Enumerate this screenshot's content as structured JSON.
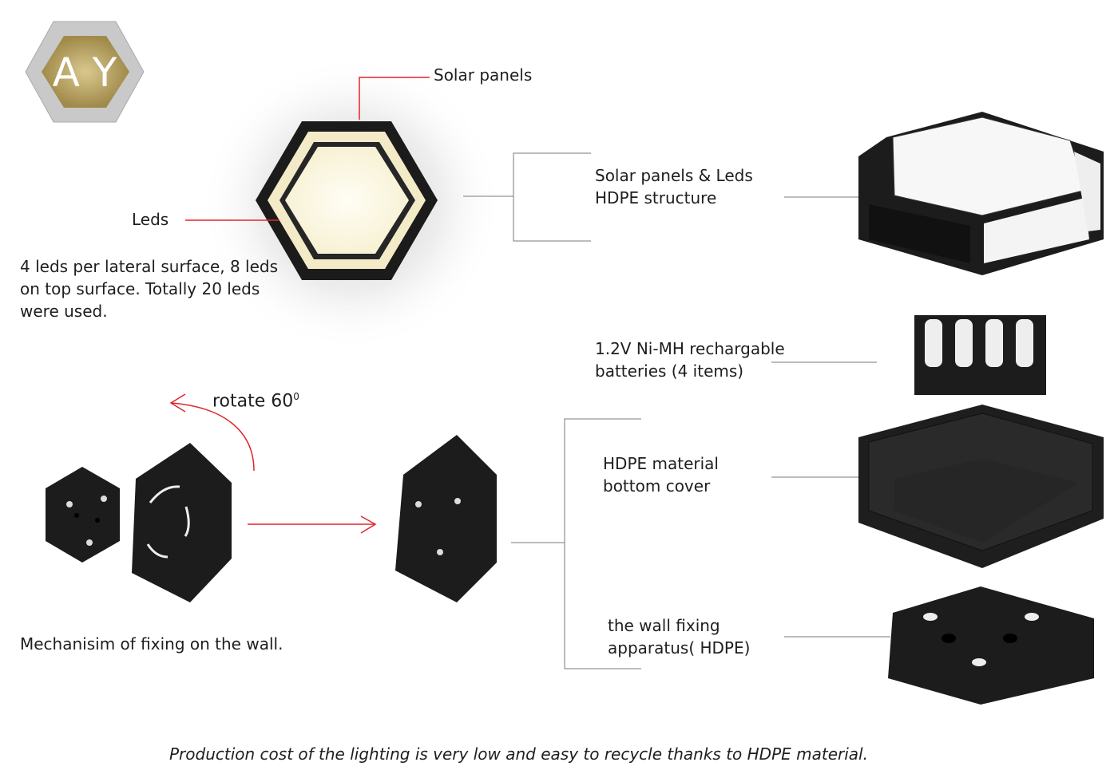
{
  "logo": {
    "letters": "A Y"
  },
  "labels": {
    "solar_panels": "Solar panels",
    "leds": "Leds",
    "leds_desc": [
      "4 leds per lateral surface, 8 leds",
      "on top surface. Totally 20 leds",
      "were used."
    ],
    "top_part": [
      "Solar panels & Leds",
      "HDPE structure"
    ],
    "batteries": [
      "1.2V Ni-MH rechargable",
      "batteries (4 items)"
    ],
    "bottom_cover": [
      "HDPE material",
      "bottom cover"
    ],
    "wall_fixing": [
      "the wall fixing",
      "apparatus( HDPE)"
    ],
    "rotate": "rotate 60",
    "rotate_sup": "0",
    "mechanism": "Mechanisim of fixing on the wall."
  },
  "footer": "Production cost of the lighting is very low and easy to recycle thanks to HDPE material.",
  "colors": {
    "accent_line": "#e0262b",
    "leader_line": "#7a7a7a",
    "body": "#1c1c1c",
    "light": "#fffbe8"
  }
}
